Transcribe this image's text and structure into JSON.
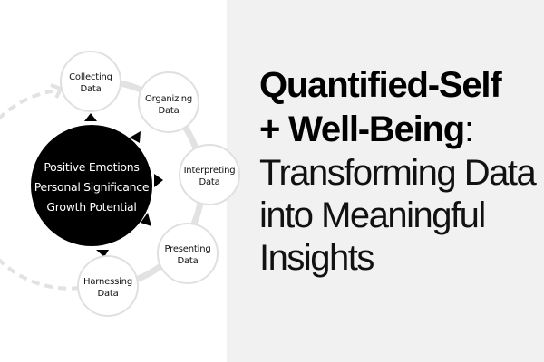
{
  "title": {
    "line1": "Quantified-Self",
    "line2": "+ Well-Being",
    "colon": ":",
    "line3": "Transforming Data",
    "line4": "into Meaningful",
    "line5": "Insights"
  },
  "diagram": {
    "core": {
      "lines": [
        "Positive Emotions",
        "Personal Significance",
        "Growth Potential"
      ]
    },
    "nodes": [
      {
        "line1": "Collecting",
        "line2": "Data"
      },
      {
        "line1": "Organizing",
        "line2": "Data"
      },
      {
        "line1": "Interpreting",
        "line2": "Data"
      },
      {
        "line1": "Presenting",
        "line2": "Data"
      },
      {
        "line1": "Harnessing",
        "line2": "Data"
      }
    ]
  },
  "colors": {
    "panel": "#f1f1f1",
    "ring": "#e2e2e2",
    "core": "#000000",
    "node_stroke": "#e0e0e0"
  }
}
